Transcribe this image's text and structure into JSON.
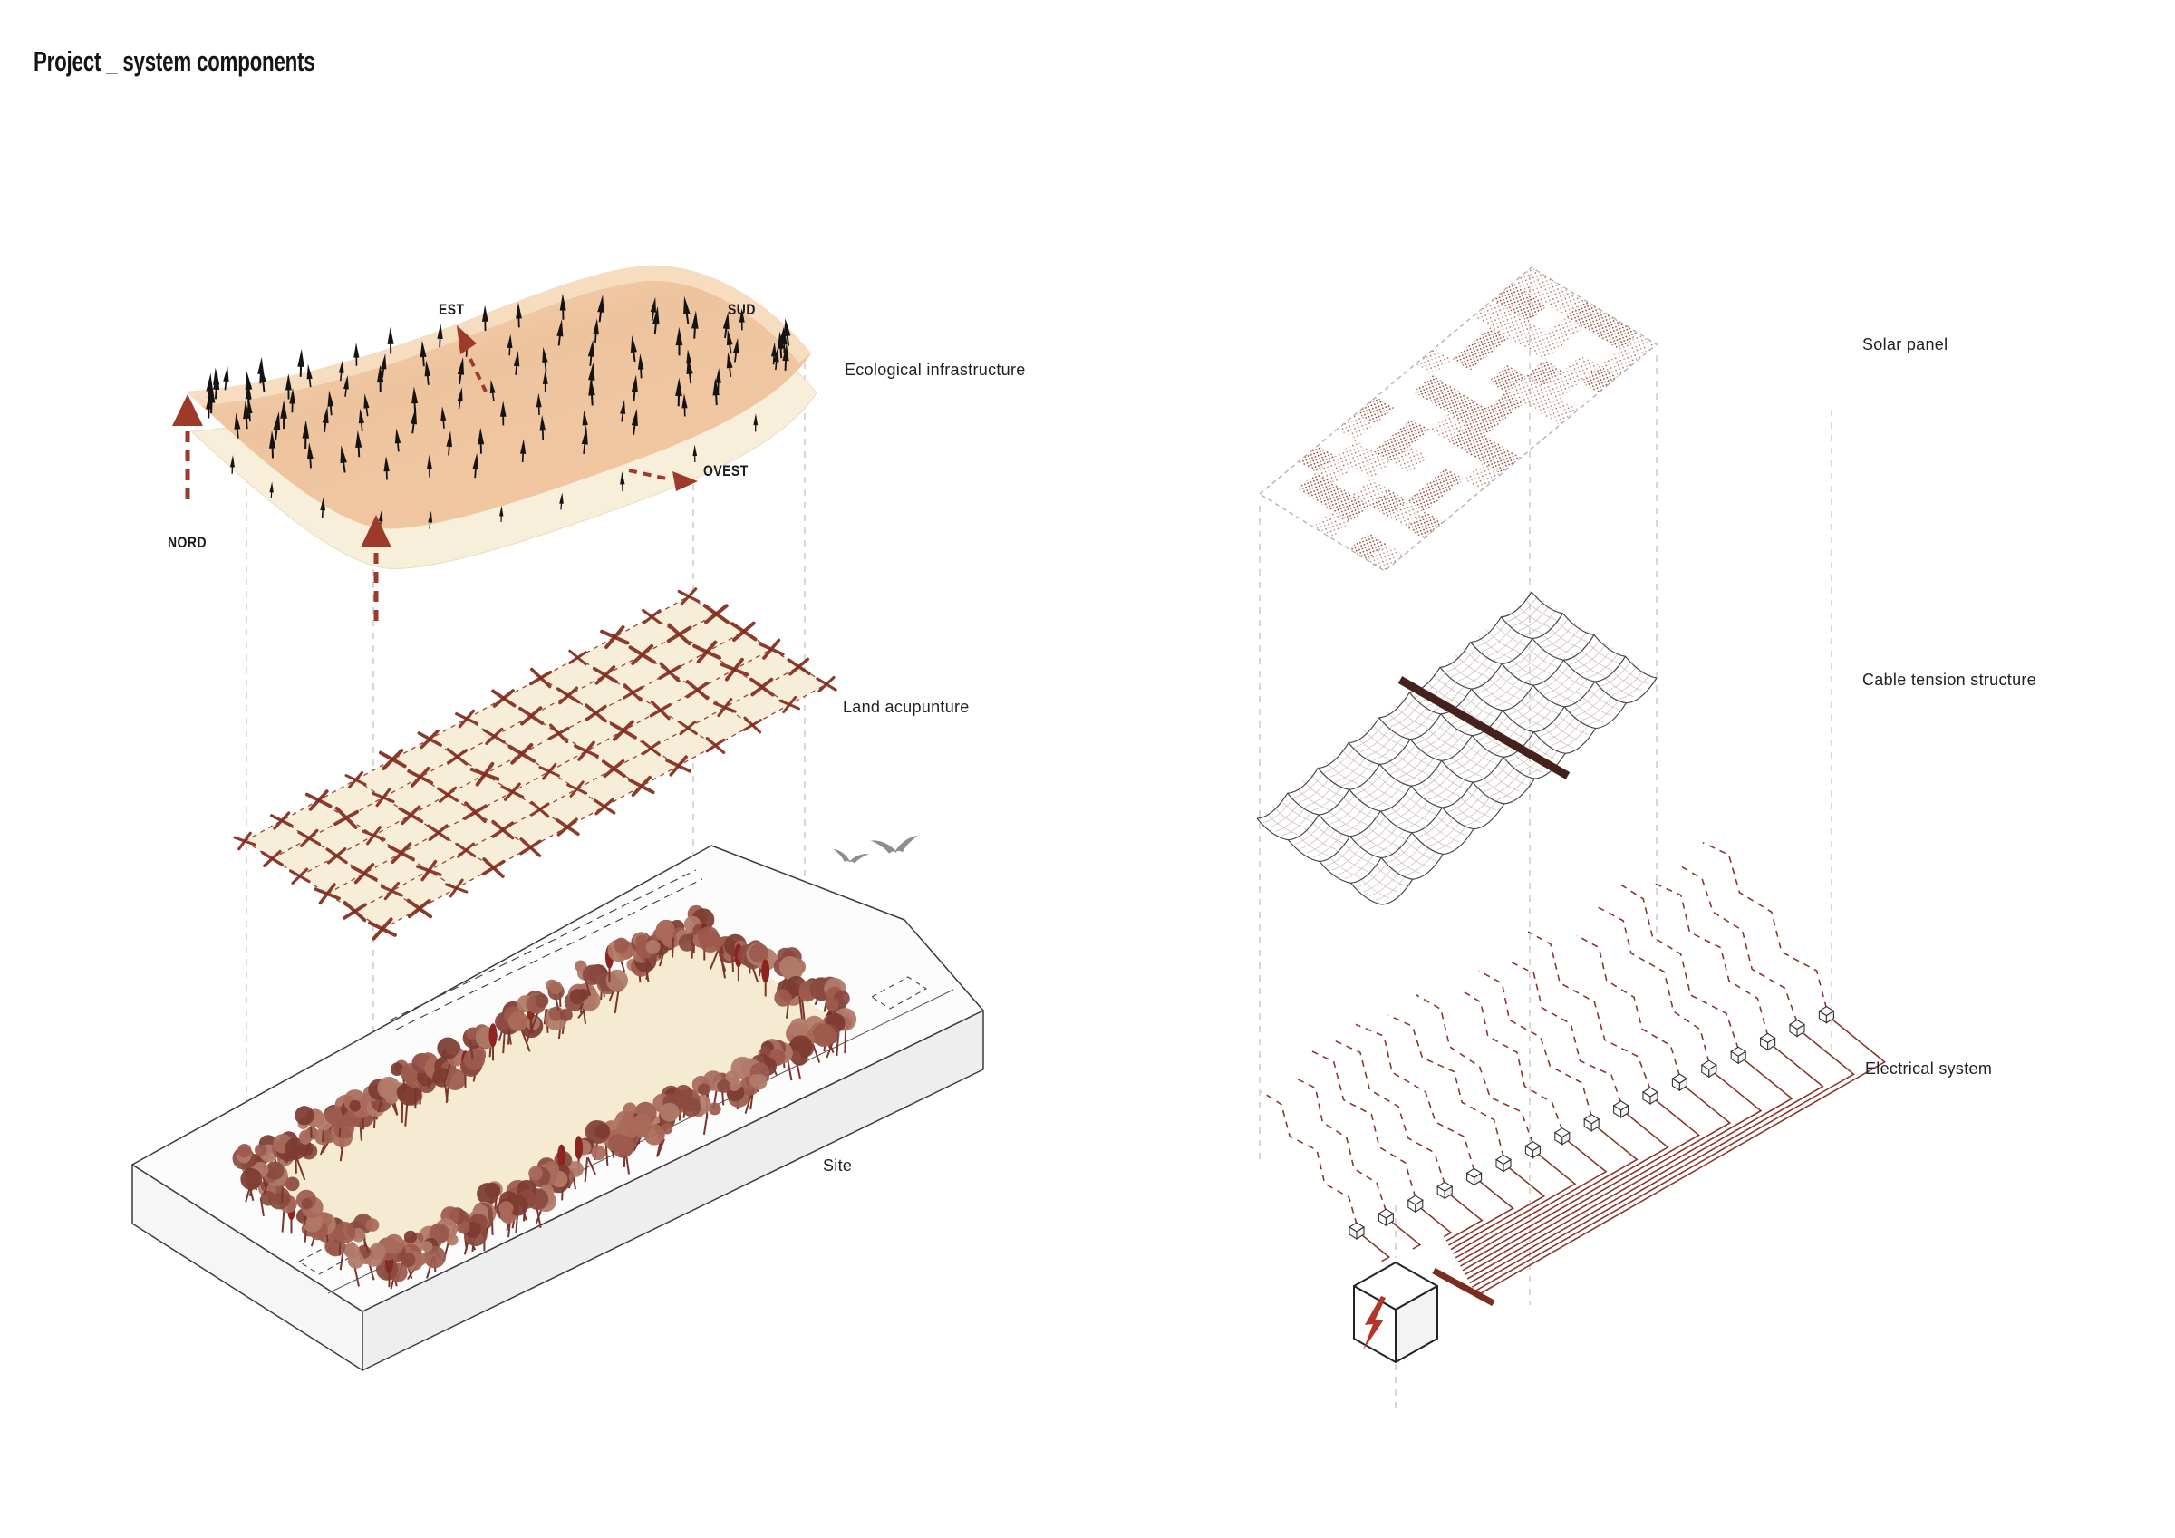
{
  "title": "Project _ system components",
  "left_diagram": {
    "layers": [
      {
        "id": "ecological",
        "label": "Ecological infrastructure"
      },
      {
        "id": "acupuncture",
        "label": "Land acupunture"
      },
      {
        "id": "site",
        "label": "Site"
      }
    ],
    "compass": {
      "north": "NORD",
      "east": "EST",
      "south": "SUD",
      "west": "OVEST"
    }
  },
  "right_diagram": {
    "layers": [
      {
        "id": "solar",
        "label": "Solar panel"
      },
      {
        "id": "cable",
        "label": "Cable tension structure"
      },
      {
        "id": "electrical",
        "label": "Electrical system"
      }
    ]
  },
  "icons": [
    "north-arrow-icon",
    "east-arrow-icon",
    "west-arrow-icon",
    "field-arrow-icon",
    "bird-icon",
    "lightning-bolt-icon"
  ],
  "colors": {
    "accent_red": "#9e3a2a",
    "dark_red": "#7c2d22",
    "line_red": "#8a382c",
    "x_mark_red": "#8b3a2b",
    "peach": "#eec49e",
    "peach_light": "#f6d8ba",
    "peach_band": "#f8e0c6",
    "cream_sheet": "#f7efd9",
    "acu_cream": "#f6eed8",
    "field_cream": "#f5ead2",
    "tree_palette": [
      "#8a4a3f",
      "#9c5a4e",
      "#a96a5a",
      "#7d3b32",
      "#b07a68"
    ],
    "trunk": "#7a352c",
    "cypress": "#8c2420",
    "mesh_gray": "#4a4a4a",
    "mesh_fiber": "#cbbcb6",
    "bar_brown": "#45211d",
    "guide_gray": "#c2c2c2",
    "outline_ink": "#3c3c3c",
    "slab_left": "#f6f6f6",
    "slab_right": "#eeeeee",
    "slab_top": "#fcfcfc",
    "solar_dot_dense": "#9c5042",
    "solar_dot_light": "#b3745f",
    "solar_outline": "#adadad",
    "tree_ink": "#141414",
    "bird_gray": "#8d8d8d"
  }
}
